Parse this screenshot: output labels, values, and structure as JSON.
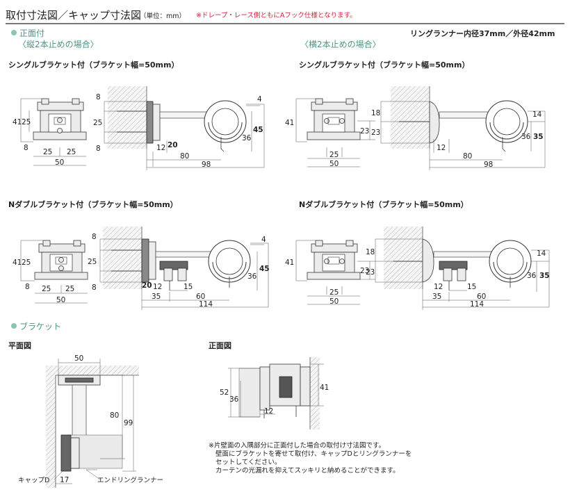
{
  "header": {
    "title": "取付寸法図／キャップ寸法図",
    "unit": "（単位：mm）",
    "note": "※ドレープ・レース側ともにAフック仕様となります。",
    "ring_spec": "リングランナー内径37mm／外径42mm"
  },
  "sections": {
    "front": {
      "label": "正面付",
      "sub_vertical": "〈縦2本止めの場合〉",
      "sub_horizontal": "〈横2本止めの場合〉"
    },
    "bracket": {
      "label": "ブラケット"
    }
  },
  "panels": {
    "single_v": {
      "heading": "シングルブラケット付（ブラケット幅=50mm）",
      "front": {
        "h_outer": "41",
        "h_inner": "25",
        "bottom": "8",
        "w1": "25",
        "w2": "25",
        "w_total": "50"
      },
      "side": {
        "top": "8",
        "mid": "25",
        "bot": "8",
        "offset": "12",
        "offset_bold": "20",
        "reach": "80",
        "total": "98",
        "gap": "4",
        "ring_h": "36",
        "ring_h_bold": "45"
      }
    },
    "single_h": {
      "heading": "シングルブラケット付（ブラケット幅=50mm）",
      "front": {
        "h_outer": "41",
        "h_inner": "18",
        "h_low": "23",
        "w": "25",
        "w_total": "50"
      },
      "side": {
        "h_low": "23",
        "offset": "12",
        "reach": "80",
        "total": "98",
        "gap": "14",
        "ring_h": "36",
        "ring_h_bold": "35"
      }
    },
    "double_v": {
      "heading": "Nダブルブラケット付（ブラケット幅=50mm）",
      "front": {
        "h_outer": "41",
        "h_inner": "25",
        "bottom": "8",
        "w1": "25",
        "w2": "25",
        "w_total": "50"
      },
      "side": {
        "top": "8",
        "mid": "25",
        "bot": "8",
        "offset_bold": "20",
        "offset": "12",
        "d15": "15",
        "d35": "35",
        "d60": "60",
        "total": "114",
        "gap": "4",
        "ring_h": "36",
        "ring_h_bold": "45"
      }
    },
    "double_h": {
      "heading": "Nダブルブラケット付（ブラケット幅=50mm）",
      "front": {
        "h_outer": "41",
        "h_inner": "18",
        "h_low": "23",
        "w": "25",
        "w_total": "50"
      },
      "side": {
        "h_low": "23",
        "offset": "12",
        "d15": "15",
        "d35": "35",
        "d60": "60",
        "total": "114",
        "gap": "14",
        "ring_h": "36",
        "ring_h_bold": "35"
      }
    }
  },
  "plan": {
    "heading": "平面図",
    "w": "50",
    "d80": "80",
    "d99": "99",
    "d17": "17",
    "cap_label": "キャップD",
    "ring_label": "エンドリングランナー"
  },
  "elevation": {
    "heading": "正面図",
    "h52": "52",
    "h36": "36",
    "h12": "12",
    "h41": "41"
  },
  "footnote": {
    "line1": "※片壁面の入隅部分に正面付した場合の取付け寸法図です。",
    "line2": "壁面にブラケットを寄せて取付け、キャップDとリングランナーを",
    "line3": "セットしてください。",
    "line4": "カーテンの光漏れを抑えてスッキリと納めることができます。"
  }
}
